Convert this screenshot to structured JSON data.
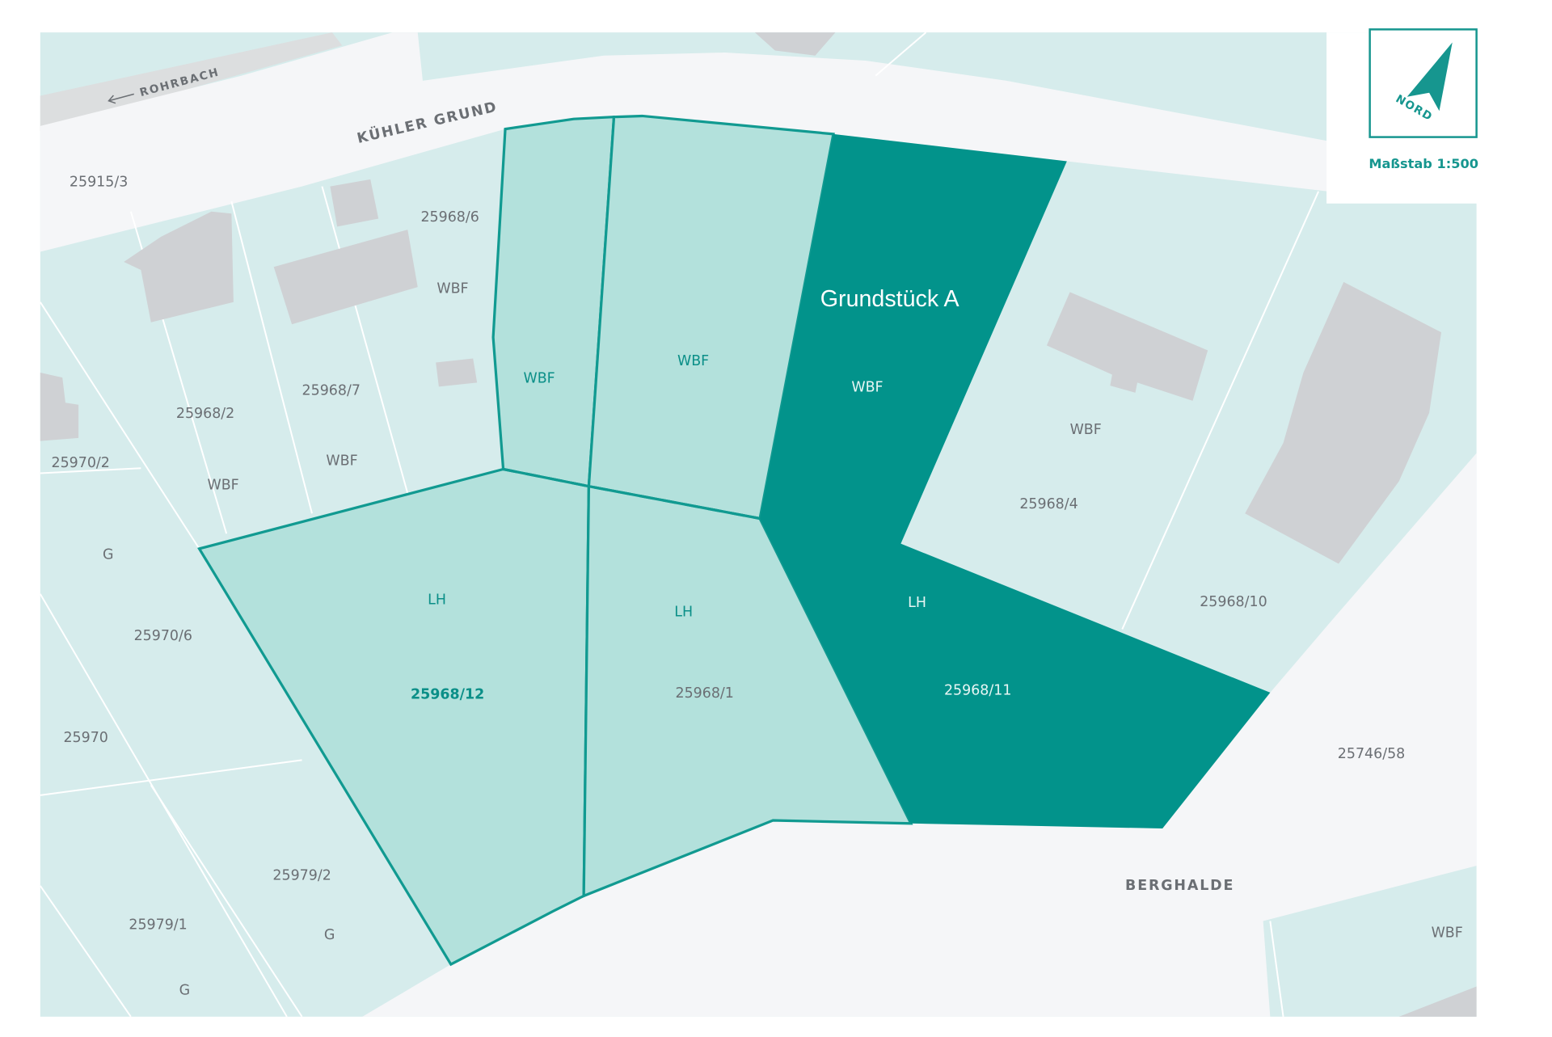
{
  "map": {
    "title": "Grundstück A",
    "scale_label": "Maßstab 1:500",
    "north_label": "NORD",
    "colors": {
      "parcel_bg": "#d6ecec",
      "highlight_parcel": "#b3e1dc",
      "grundstueck_a": "#02938b",
      "border_teal": "#119a91",
      "road": "#f5f6f8",
      "building": "#cfd1d4",
      "building_light": "#e8e9ea"
    },
    "streets": {
      "kuehler_grund": "KÜHLER GRUND",
      "rohrbach": "ROHRBACH",
      "berghalde": "BERGHALDE"
    },
    "grundstueck_a": {
      "use": "WBF",
      "use_lower": "LH",
      "parcel_no": "25968/11"
    },
    "parcels": {
      "p25915_3": "25915/3",
      "p25968_6": "25968/6",
      "p25968_6_use": "WBF",
      "p25968_7": "25968/7",
      "p25968_7_use": "WBF",
      "p25968_2": "25968/2",
      "p25968_2_use": "WBF",
      "p25970_2": "25970/2",
      "p25970_6": "25970/6",
      "p25970_6_use": "G",
      "p25970": "25970",
      "p25979_2": "25979/2",
      "p25979_2_use": "G",
      "p25979_1": "25979/1",
      "p25979_1_use": "G",
      "strip_use": "WBF",
      "mid_upper_use": "WBF",
      "p25968_12": "25968/12",
      "p25968_12_use": "LH",
      "p25968_1": "25968/1",
      "p25968_1_use": "LH",
      "p25968_4": "25968/4",
      "p25968_4_use": "WBF",
      "p25968_10": "25968/10",
      "p25746_58": "25746/58",
      "se_use": "WBF"
    }
  }
}
